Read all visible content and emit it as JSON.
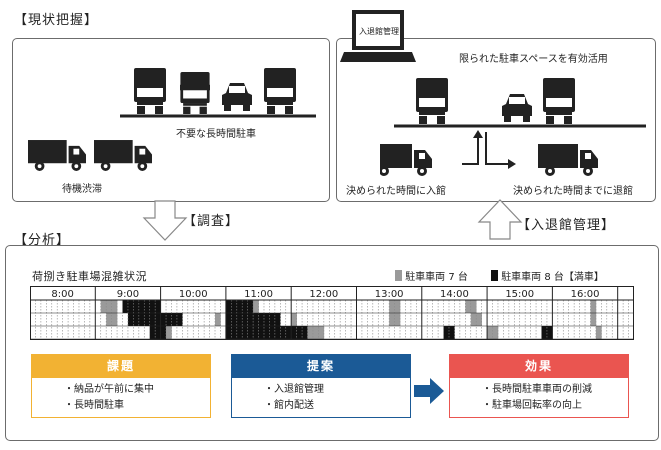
{
  "titles": {
    "current": "【現状把握】",
    "investigation": "【調査】",
    "analysis": "【分析】",
    "management": "【入退館管理】"
  },
  "current_state": {
    "long_parking": "不要な長時間駐車",
    "waiting": "待機渋滞"
  },
  "management_panel": {
    "laptop_label": "入退館管理",
    "headline": "限られた駐車スペースを有効活用",
    "enter_caption": "決められた時間に入館",
    "exit_caption": "決められた時間までに退館"
  },
  "summary": {
    "issue": {
      "title": "課題",
      "items": [
        "・納品が午前に集中",
        "・長時間駐車"
      ],
      "color": "#f2b233"
    },
    "proposal": {
      "title": "提案",
      "items": [
        "・入退館管理",
        "・館内配送"
      ],
      "color": "#1b5a96"
    },
    "effect": {
      "title": "効果",
      "items": [
        "・長時間駐車車両の削減",
        "・駐車場回転率の向上"
      ],
      "color": "#ea5550"
    }
  },
  "chart_data": {
    "type": "heatmap",
    "title": "荷捌き駐車場混雑状況",
    "legend": [
      {
        "label": "駐車車両 7 台",
        "color": "#9a9a9a"
      },
      {
        "label": "駐車車両 8 台【満車】",
        "color": "#111111"
      }
    ],
    "hours": [
      "8:00",
      "9:00",
      "10:00",
      "11:00",
      "12:00",
      "13:00",
      "14:00",
      "15:00",
      "16:00"
    ],
    "slot_minutes": 5,
    "row_a": [
      0,
      0,
      0,
      0,
      0,
      0,
      0,
      0,
      0,
      0,
      0,
      0,
      0,
      1,
      1,
      1,
      0,
      2,
      2,
      2,
      2,
      2,
      2,
      2,
      0,
      0,
      0,
      0,
      0,
      0,
      0,
      0,
      0,
      0,
      0,
      0,
      2,
      2,
      2,
      2,
      2,
      1,
      0,
      0,
      0,
      0,
      0,
      0,
      0,
      0,
      0,
      0,
      0,
      0,
      0,
      0,
      0,
      0,
      0,
      0,
      0,
      0,
      0,
      0,
      0,
      0,
      1,
      1,
      0,
      0,
      0,
      0,
      0,
      0,
      0,
      0,
      0,
      0,
      0,
      0,
      1,
      1,
      0,
      0,
      0,
      0,
      0,
      0,
      0,
      0,
      0,
      0,
      0,
      0,
      0,
      0,
      0,
      0,
      0,
      0,
      0,
      0,
      0,
      1,
      0,
      0,
      0,
      0,
      0,
      0,
      0
    ],
    "row_b": [
      0,
      0,
      0,
      0,
      0,
      0,
      0,
      0,
      0,
      0,
      0,
      0,
      0,
      0,
      1,
      1,
      0,
      0,
      2,
      2,
      2,
      2,
      2,
      2,
      2,
      2,
      2,
      2,
      0,
      0,
      0,
      0,
      0,
      0,
      1,
      0,
      2,
      2,
      2,
      2,
      2,
      2,
      2,
      2,
      2,
      2,
      0,
      0,
      1,
      0,
      0,
      0,
      0,
      0,
      0,
      0,
      0,
      0,
      0,
      0,
      0,
      0,
      0,
      0,
      0,
      0,
      1,
      1,
      0,
      0,
      0,
      0,
      0,
      0,
      0,
      0,
      0,
      0,
      0,
      0,
      0,
      1,
      1,
      0,
      0,
      0,
      0,
      0,
      0,
      0,
      0,
      0,
      0,
      0,
      0,
      0,
      0,
      0,
      0,
      0,
      0,
      0,
      0,
      1,
      0,
      0,
      0,
      0,
      0,
      0,
      0
    ],
    "row_c": [
      0,
      0,
      0,
      0,
      0,
      0,
      0,
      0,
      0,
      0,
      0,
      0,
      0,
      0,
      0,
      0,
      0,
      0,
      0,
      0,
      0,
      0,
      2,
      2,
      2,
      1,
      0,
      0,
      0,
      0,
      0,
      0,
      0,
      0,
      0,
      0,
      2,
      2,
      2,
      2,
      2,
      2,
      2,
      2,
      2,
      2,
      2,
      2,
      2,
      2,
      2,
      1,
      1,
      1,
      0,
      0,
      0,
      0,
      0,
      0,
      0,
      0,
      0,
      0,
      0,
      0,
      0,
      0,
      0,
      0,
      0,
      0,
      0,
      0,
      0,
      0,
      2,
      2,
      0,
      0,
      0,
      0,
      0,
      0,
      1,
      1,
      0,
      0,
      0,
      0,
      0,
      0,
      0,
      0,
      2,
      2,
      0,
      0,
      0,
      0,
      0,
      0,
      0,
      0,
      1,
      0,
      0,
      0,
      0,
      0,
      0
    ]
  }
}
